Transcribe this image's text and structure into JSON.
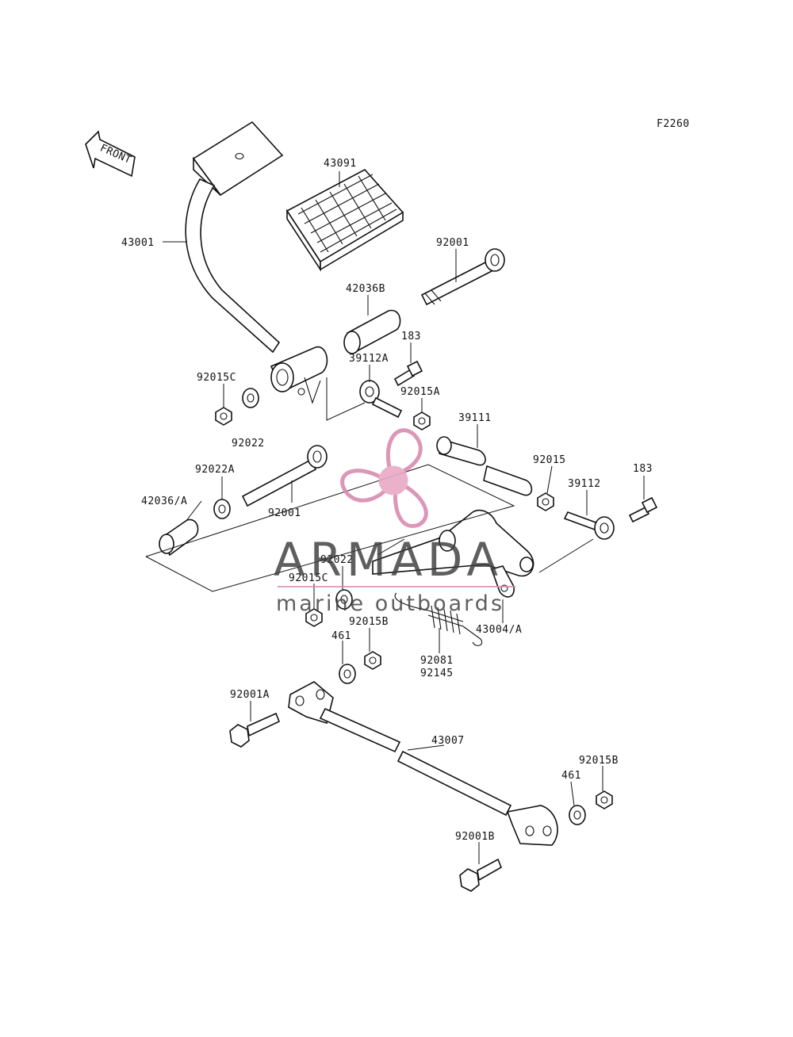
{
  "figure_code": "F2260",
  "front_label": "FRONT",
  "parts": {
    "p43091": "43091",
    "p43001": "43001",
    "p92001_top": "92001",
    "p42036B": "42036B",
    "p183_top": "183",
    "p39112A": "39112A",
    "p92015C_top": "92015C",
    "p92015A": "92015A",
    "p39111": "39111",
    "p92022_top": "92022",
    "p92015": "92015",
    "p183_right": "183",
    "p92022A": "92022A",
    "p39112": "39112",
    "p42036A": "42036/A",
    "p92001_mid": "92001",
    "p92022_mid": "92022",
    "p92015C_mid": "92015C",
    "p92015B_mid": "92015B",
    "p43004A": "43004/A",
    "p461_mid": "461",
    "p92081": "92081",
    "p92145": "92145",
    "p92001A": "92001A",
    "p43007": "43007",
    "p92015B_right": "92015B",
    "p461_right": "461",
    "p92001B": "92001B"
  },
  "watermark": {
    "brand": "ARMADA",
    "tagline": "marine outboards",
    "accent_color": "#d98bb0"
  }
}
